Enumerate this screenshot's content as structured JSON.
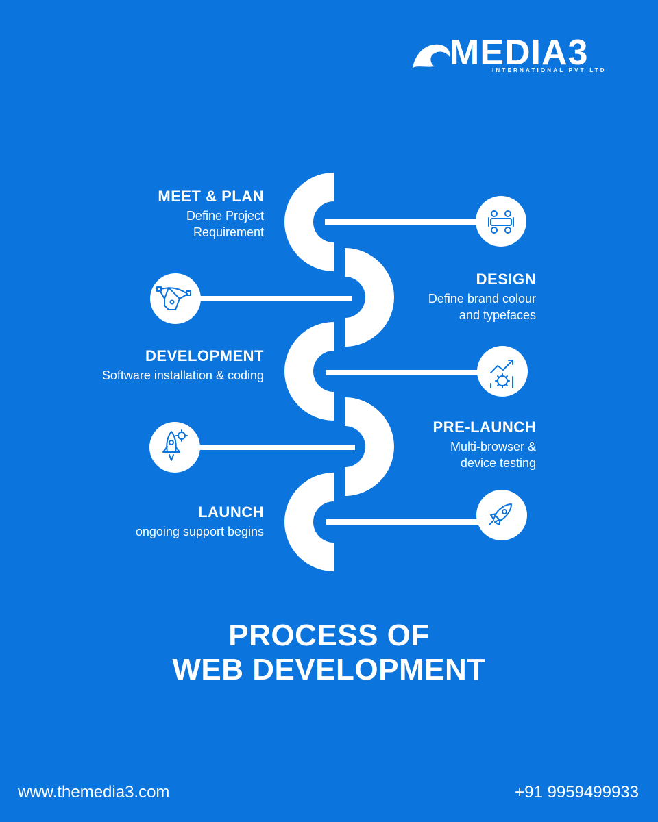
{
  "brand": {
    "name": "MEDIA3",
    "tagline": "INTERNATIONAL PVT LTD"
  },
  "steps": [
    {
      "title": "MEET & PLAN",
      "desc_lines": [
        "Define Project",
        "Requirement"
      ],
      "icon": "meeting-table-icon"
    },
    {
      "title": "DESIGN",
      "desc_lines": [
        "Define brand colour",
        "and typefaces"
      ],
      "icon": "pen-tool-icon"
    },
    {
      "title": "DEVELOPMENT",
      "desc_lines": [
        "Software installation & coding"
      ],
      "icon": "growth-gear-icon"
    },
    {
      "title": "PRE-LAUNCH",
      "desc_lines": [
        "Multi-browser &",
        "device testing"
      ],
      "icon": "rocket-gear-icon"
    },
    {
      "title": "LAUNCH",
      "desc_lines": [
        "ongoing support begins"
      ],
      "icon": "rocket-icon"
    }
  ],
  "heading": {
    "line1": "PROCESS OF",
    "line2": "WEB DEVELOPMENT"
  },
  "footer": {
    "website": "www.themedia3.com",
    "phone": "+91 9959499933"
  },
  "colors": {
    "background": "#0b74dd",
    "foreground": "#ffffff"
  }
}
